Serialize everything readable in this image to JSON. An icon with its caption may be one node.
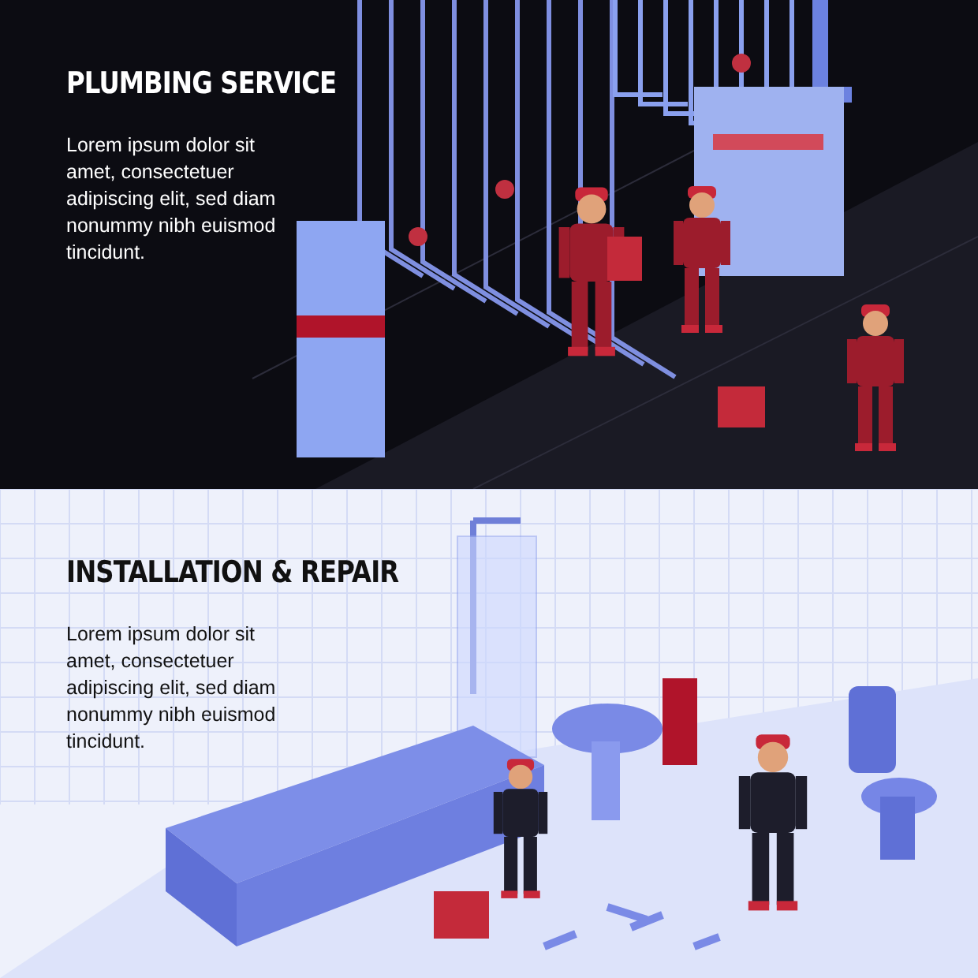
{
  "diagram": {
    "labels": [
      "PLUMBING SERVICE",
      "Lorem ipsum dolor sit amet, consectetuer adipiscing elit, sed diam nonummy nibh euismod tincidunt.",
      "INSTALLATION & REPAIR",
      "Lorem ipsum dolor sit amet, consectetuer adipiscing elit, sed diam nonummy nibh euismod tincidunt."
    ]
  }
}
